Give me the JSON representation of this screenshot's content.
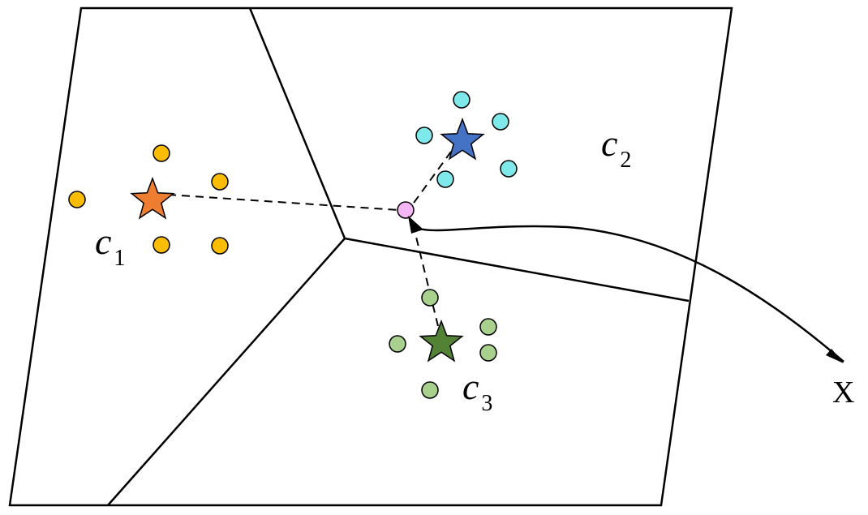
{
  "labels": {
    "c1": {
      "letter": "c",
      "sub": "1"
    },
    "c2": {
      "letter": "c",
      "sub": "2"
    },
    "c3": {
      "letter": "c",
      "sub": "3"
    },
    "x": "X"
  },
  "colors": {
    "c1_points": "#fbbc04",
    "c1_star": "#ed7d31",
    "c2_points": "#7ee8ea",
    "c2_star": "#4472c4",
    "c3_points": "#a9d18e",
    "c3_star": "#548235",
    "query_point": "#f4b6f4",
    "stroke": "#000000"
  }
}
